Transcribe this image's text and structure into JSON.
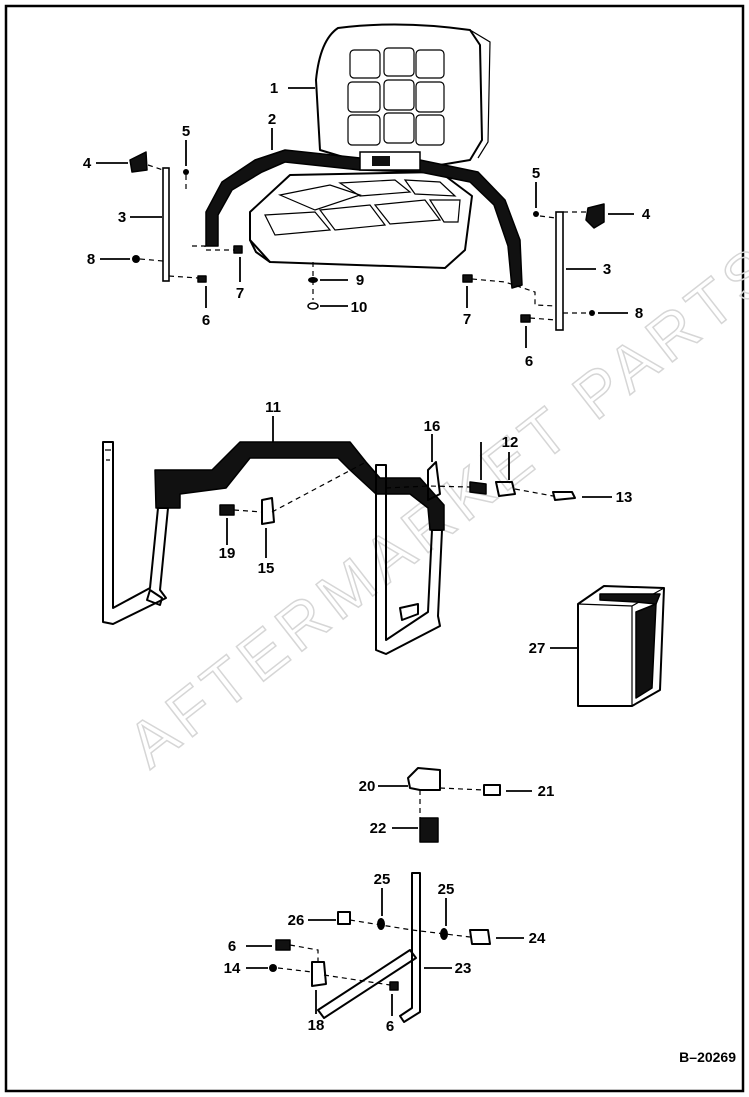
{
  "diagram": {
    "figure_code": "B–20269",
    "watermark": "AFTERMARKET PARTS",
    "callouts": [
      {
        "id": "c1",
        "text": "1"
      },
      {
        "id": "c2",
        "text": "2"
      },
      {
        "id": "c3a",
        "text": "3"
      },
      {
        "id": "c3b",
        "text": "3"
      },
      {
        "id": "c4a",
        "text": "4"
      },
      {
        "id": "c4b",
        "text": "4"
      },
      {
        "id": "c5a",
        "text": "5"
      },
      {
        "id": "c5b",
        "text": "5"
      },
      {
        "id": "c6a",
        "text": "6"
      },
      {
        "id": "c6b",
        "text": "6"
      },
      {
        "id": "c6c",
        "text": "6"
      },
      {
        "id": "c6d",
        "text": "6"
      },
      {
        "id": "c7a",
        "text": "7"
      },
      {
        "id": "c7b",
        "text": "7"
      },
      {
        "id": "c8a",
        "text": "8"
      },
      {
        "id": "c8b",
        "text": "8"
      },
      {
        "id": "c9",
        "text": "9"
      },
      {
        "id": "c10",
        "text": "10"
      },
      {
        "id": "c11",
        "text": "11"
      },
      {
        "id": "c12",
        "text": "12"
      },
      {
        "id": "c13",
        "text": "13"
      },
      {
        "id": "c14",
        "text": "14"
      },
      {
        "id": "c15",
        "text": "15"
      },
      {
        "id": "c16",
        "text": "16"
      },
      {
        "id": "c18",
        "text": "18"
      },
      {
        "id": "c19",
        "text": "19"
      },
      {
        "id": "c20",
        "text": "20"
      },
      {
        "id": "c21",
        "text": "21"
      },
      {
        "id": "c22",
        "text": "22"
      },
      {
        "id": "c23",
        "text": "23"
      },
      {
        "id": "c24",
        "text": "24"
      },
      {
        "id": "c25a",
        "text": "25"
      },
      {
        "id": "c25b",
        "text": "25"
      },
      {
        "id": "c26",
        "text": "26"
      },
      {
        "id": "c27",
        "text": "27"
      }
    ]
  }
}
